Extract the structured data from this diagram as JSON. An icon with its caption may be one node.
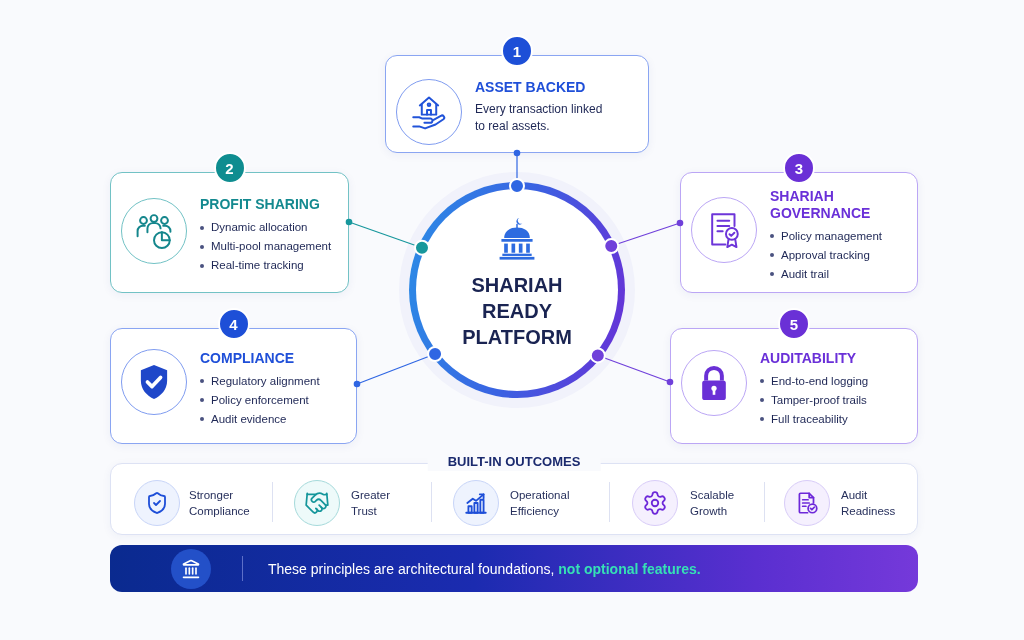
{
  "diagram": {
    "nodes": [
      {
        "text": [
          "1",
          "ASSET BACKED",
          "Every transaction linked to real assets."
        ]
      },
      {
        "text": [
          "2",
          "PROFIT SHARING",
          "Dynamic allocation",
          "Multi-pool management",
          "Real-time tracking"
        ]
      },
      {
        "text": [
          "SHARIAH READY PLATFORM"
        ]
      },
      {
        "text": [
          "3",
          "SHARIAH GOVERNANCE",
          "Policy management",
          "Approval tracking",
          "Audit trail"
        ]
      },
      {
        "text": [
          "4",
          "COMPLIANCE",
          "Regulatory alignment",
          "Policy enforcement",
          "Audit evidence"
        ]
      },
      {
        "text": [
          "5",
          "AUDITABILITY",
          "End-to-end logging",
          "Tamper-proof trails",
          "Full traceability"
        ]
      },
      {
        "text": [
          "BUILT-IN OUTCOMES",
          "Stronger Compliance",
          "Greater Trust",
          "Operational Efficiency",
          "Scalable Growth",
          "Audit Readiness"
        ]
      },
      {
        "text": [
          "These principles are architectural foundations, **not optional features.**"
        ]
      }
    ],
    "edges": [
      {
        "from": 0,
        "to": 2,
        "arrow": "other",
        "color": "#2f66e3"
      },
      {
        "from": 1,
        "to": 2,
        "arrow": "other",
        "color": "#17979c"
      },
      {
        "from": 3,
        "to": 2,
        "arrow": "other",
        "color": "#7040da"
      },
      {
        "from": 4,
        "to": 2,
        "arrow": "other",
        "color": "#2f66e3"
      },
      {
        "from": 5,
        "to": 2,
        "arrow": "other",
        "color": "#7040da"
      }
    ]
  }
}
